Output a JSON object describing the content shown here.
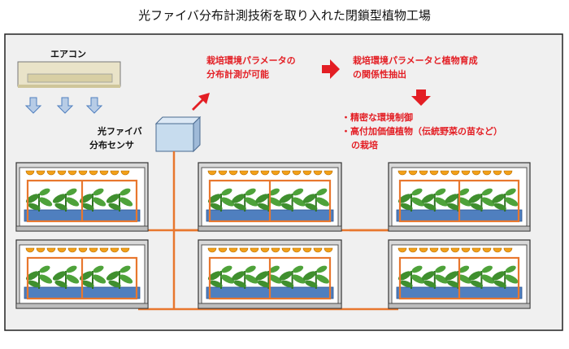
{
  "title": "光ファイバ分布計測技術を取り入れた閉鎖型植物工場",
  "aircon_label": "エアコン",
  "sensor_label_line1": "光ファイバ",
  "sensor_label_line2": "分布センサ",
  "step1_line1": "栽培環境パラメータの",
  "step1_line2": "分布計測が可能",
  "step2_line1": "栽培環境パラメータと植物育成",
  "step2_line2": "の関係性抽出",
  "result_line1": "・精密な環境制御",
  "result_line2": "・高付加価値植物（伝統野菜の苗など）",
  "result_line3": "の栽培",
  "colors": {
    "accent_red": "#e31e24",
    "fiber_orange": "#e8772e",
    "rack_gray": "#d9d9d9",
    "sensor_blue": "#c7dcee",
    "water_blue": "#4f7fbf",
    "plant_green": "#3f8f2e"
  }
}
